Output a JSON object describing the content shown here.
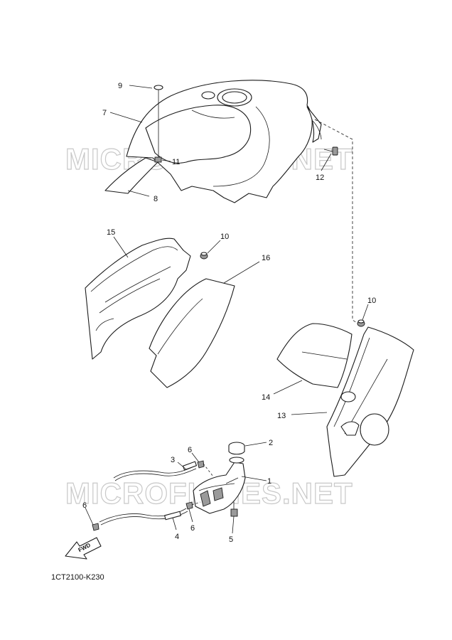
{
  "watermark": "MICROFICHES.NET",
  "diagram_code": "1CT2100-K230",
  "fwd_label": "FWD",
  "callouts": [
    "1",
    "2",
    "3",
    "4",
    "5",
    "6",
    "6",
    "6",
    "7",
    "8",
    "9",
    "10",
    "10",
    "11",
    "12",
    "13",
    "14",
    "15",
    "16"
  ],
  "colors": {
    "line": "#1a1a1a",
    "watermark": "#c8c8c8",
    "shade": "#9a9a9a"
  }
}
